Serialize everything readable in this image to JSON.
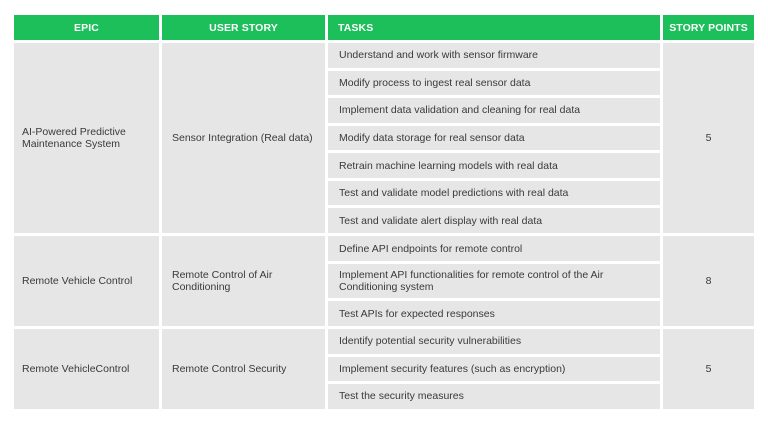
{
  "headers": {
    "epic": "EPIC",
    "user_story": "USER STORY",
    "tasks": "TASKS",
    "story_points": "STORY POINTS"
  },
  "colors": {
    "header_bg": "#1dbf5a",
    "cell_bg": "#e6e6e6"
  },
  "rows": [
    {
      "epic": "AI-Powered Predictive Maintenance System",
      "user_story": "Sensor Integration (Real data)",
      "tasks": [
        "Understand and work with sensor firmware",
        "Modify process to ingest real sensor data",
        "Implement data validation and cleaning for real data",
        "Modify data storage for real sensor data",
        "Retrain machine learning models with real data",
        "Test and validate model predictions with real data",
        "Test and validate alert display with real data"
      ],
      "story_points": "5"
    },
    {
      "epic": "Remote Vehicle Control",
      "user_story": "Remote Control of Air Conditioning",
      "tasks": [
        "Define API endpoints for remote control",
        "Implement API functionalities for remote control of the Air Conditioning system",
        "Test APIs for expected responses"
      ],
      "story_points": "8"
    },
    {
      "epic": "Remote VehicleControl",
      "user_story": "Remote Control Security",
      "tasks": [
        "Identify potential security vulnerabilities",
        "Implement security features (such as encryption)",
        "Test the security measures"
      ],
      "story_points": "5"
    }
  ]
}
